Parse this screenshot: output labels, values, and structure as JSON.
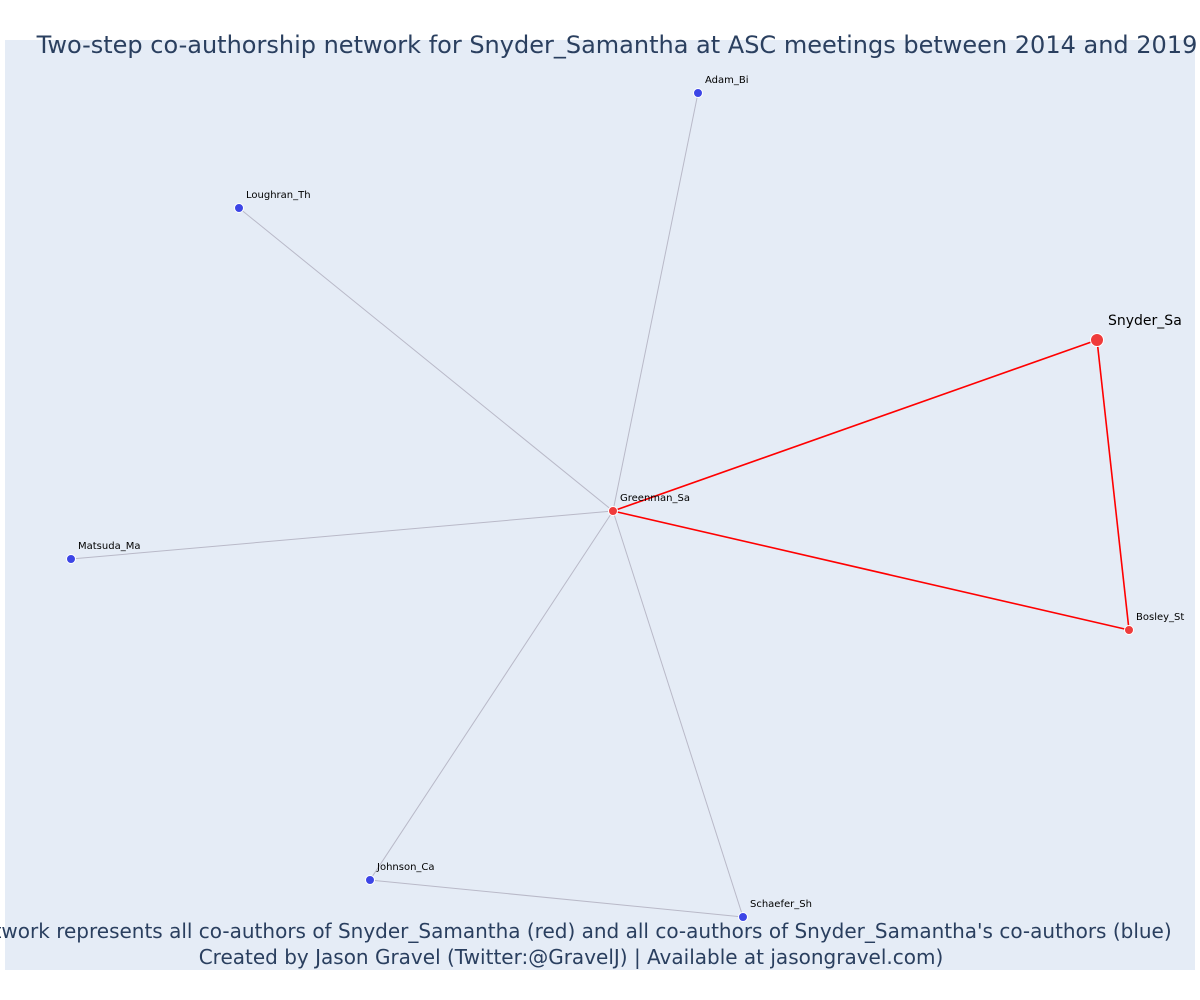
{
  "title": "Two-step co-authorship network for Snyder_Samantha at ASC meetings between 2014 and 2019",
  "caption": {
    "line1": "Network represents all co-authors of Snyder_Samantha (red) and all co-authors of Snyder_Samantha's co-authors (blue)",
    "line2": "Created by Jason Gravel (Twitter:@GravelJ) | Available at jasongravel.com)"
  },
  "colors": {
    "background": "#e5ecf6",
    "coauthor": "#ef3b3b",
    "second_step": "#3c45e6",
    "direct_edge": "#ff0000",
    "other_edge": "#b9b9c8"
  },
  "nodes": [
    {
      "id": "Snyder_Sa",
      "label": "Snyder_Sa",
      "group": "focus"
    },
    {
      "id": "Greenman_Sa",
      "label": "Greenman_Sa",
      "group": "coauthor"
    },
    {
      "id": "Bosley_St",
      "label": "Bosley_St",
      "group": "coauthor"
    },
    {
      "id": "Adam_Bi",
      "label": "Adam_Bi",
      "group": "second"
    },
    {
      "id": "Loughran_Th",
      "label": "Loughran_Th",
      "group": "second"
    },
    {
      "id": "Matsuda_Ma",
      "label": "Matsuda_Ma",
      "group": "second"
    },
    {
      "id": "Johnson_Ca",
      "label": "Johnson_Ca",
      "group": "second"
    },
    {
      "id": "Schaefer_Sh",
      "label": "Schaefer_Sh",
      "group": "second"
    }
  ],
  "edges": [
    {
      "source": "Snyder_Sa",
      "target": "Greenman_Sa",
      "type": "direct"
    },
    {
      "source": "Snyder_Sa",
      "target": "Bosley_St",
      "type": "direct"
    },
    {
      "source": "Greenman_Sa",
      "target": "Bosley_St",
      "type": "direct"
    },
    {
      "source": "Greenman_Sa",
      "target": "Adam_Bi",
      "type": "other"
    },
    {
      "source": "Greenman_Sa",
      "target": "Loughran_Th",
      "type": "other"
    },
    {
      "source": "Greenman_Sa",
      "target": "Matsuda_Ma",
      "type": "other"
    },
    {
      "source": "Greenman_Sa",
      "target": "Johnson_Ca",
      "type": "other"
    },
    {
      "source": "Greenman_Sa",
      "target": "Schaefer_Sh",
      "type": "other"
    },
    {
      "source": "Johnson_Ca",
      "target": "Schaefer_Sh",
      "type": "other"
    }
  ]
}
